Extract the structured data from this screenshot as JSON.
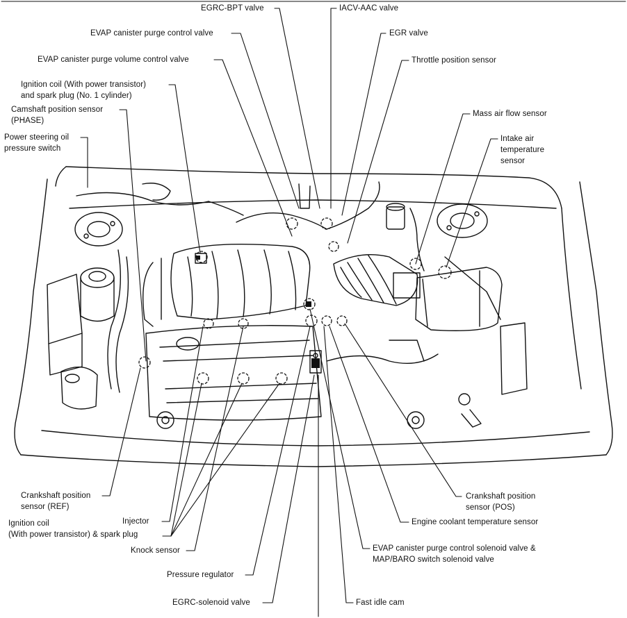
{
  "labels": {
    "egrc_bpt_valve": "EGRC-BPT valve",
    "iacv_aac_valve": "IACV-AAC valve",
    "evap_purge_control_valve": "EVAP canister purge control valve",
    "egr_valve": "EGR valve",
    "evap_purge_volume_control_valve": "EVAP canister purge volume control valve",
    "throttle_position_sensor": "Throttle position sensor",
    "ignition_coil_no1_line1": "Ignition coil (With power transistor)",
    "ignition_coil_no1_line2": "and spark plug (No. 1 cylinder)",
    "camshaft_sensor_line1": "Camshaft position sensor",
    "camshaft_sensor_line2": "(PHASE)",
    "mass_air_flow_sensor": "Mass air flow sensor",
    "power_steering_line1": "Power steering oil",
    "power_steering_line2": "pressure switch",
    "intake_air_temp_line1": "Intake air",
    "intake_air_temp_line2": "temperature",
    "intake_air_temp_line3": "sensor",
    "crankshaft_ref_line1": "Crankshaft position",
    "crankshaft_ref_line2": "sensor (REF)",
    "crankshaft_pos_line1": "Crankshaft position",
    "crankshaft_pos_line2": "sensor (POS)",
    "injector": "Injector",
    "ignition_coil_line1": "Ignition coil",
    "ignition_coil_line2": "(With power transistor) & spark plug",
    "engine_coolant_temp_sensor": "Engine coolant temperature sensor",
    "knock_sensor": "Knock sensor",
    "evap_solenoid_line1": "EVAP canister purge control solenoid valve &",
    "evap_solenoid_line2": "MAP/BARO switch solenoid valve",
    "pressure_regulator": "Pressure regulator",
    "egrc_solenoid_valve": "EGRC-solenoid valve",
    "fast_idle_cam": "Fast idle cam"
  }
}
